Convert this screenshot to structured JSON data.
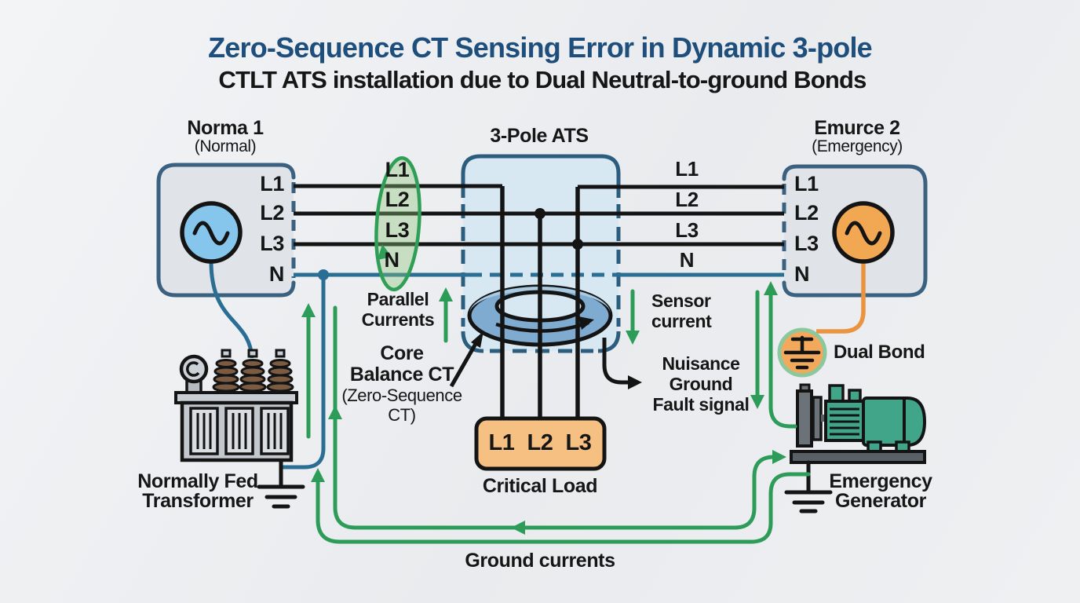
{
  "title": {
    "line1": "Zero-Sequence CT Sensing Error in Dynamic 3-pole",
    "line2": "CTLT ATS installation due to Dual Neutral-to-ground Bonds"
  },
  "sources": {
    "normal": {
      "name": "Norma 1",
      "subtitle": "(Normal)",
      "phases": [
        "L1",
        "L2",
        "L3",
        "N"
      ]
    },
    "emergency": {
      "name": "Emurce 2",
      "subtitle": "(Emergency)",
      "phases": [
        "L1",
        "L2",
        "L3",
        "N"
      ]
    }
  },
  "ats": {
    "label": "3-Pole ATS"
  },
  "bus": {
    "left_labels": [
      "L1",
      "L2",
      "L3",
      "N"
    ],
    "right_labels": [
      "L1",
      "L2",
      "L3",
      "N"
    ]
  },
  "ct": {
    "name_line1": "Core",
    "name_line2": "Balance CT",
    "sub_line1": "(Zero-Sequence",
    "sub_line2": "CT)"
  },
  "annotations": {
    "parallel_line1": "Parallel",
    "parallel_line2": "Currents",
    "sensor_line1": "Sensor",
    "sensor_line2": "current",
    "nuisance_line1": "Nuisance",
    "nuisance_line2": "Ground",
    "nuisance_line3": "Fault signal",
    "dual_bond": "Dual Bond",
    "ground_currents": "Ground currents"
  },
  "load": {
    "phases": [
      "L1",
      "L2",
      "L3"
    ],
    "label": "Critical Load"
  },
  "equipment": {
    "transformer_line1": "Normally Fed",
    "transformer_line2": "Transformer",
    "generator_line1": "Emergency",
    "generator_line2": "Generator"
  },
  "colors": {
    "title_accent": "#1e4e7c",
    "ground_green": "#2d9c58",
    "neutral_blue": "#2a6e94",
    "normal_source_fill": "#87c6ec",
    "emergency_source_fill": "#f2a753",
    "load_fill": "#f6c083",
    "box_border": "#3a617f"
  }
}
